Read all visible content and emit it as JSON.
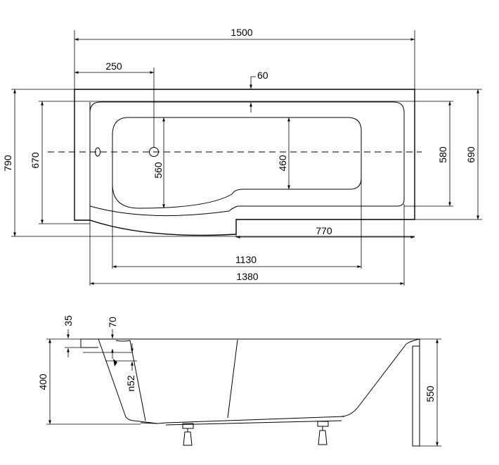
{
  "top_view": {
    "dimensions": {
      "length": "1500",
      "drain_offset": "250",
      "rim_thickness": "60",
      "total_width": "790",
      "outer_width": "670",
      "inner_width_head": "560",
      "inner_width_foot": "460",
      "inner_rim_width": "580",
      "right_width": "690",
      "straight_length": "770",
      "inner_length": "1130",
      "outer_length": "1380"
    }
  },
  "side_view": {
    "dimensions": {
      "rim_height": "35",
      "rim_step": "70",
      "overflow": "n52",
      "depth": "400",
      "total_height": "550"
    }
  }
}
